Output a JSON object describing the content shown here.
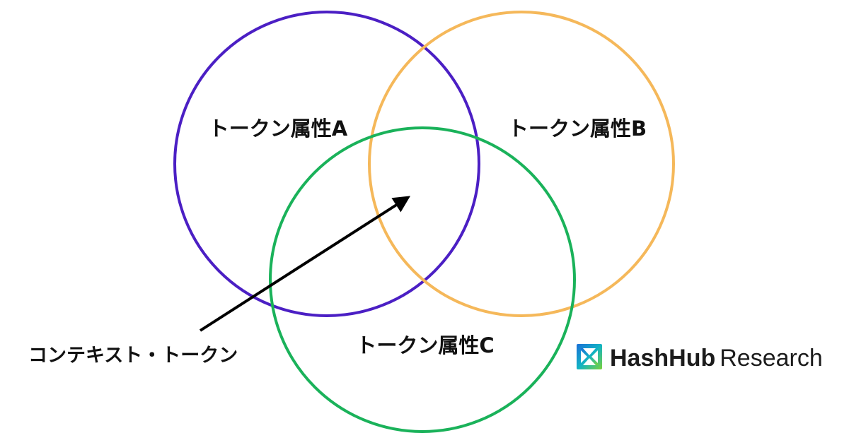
{
  "diagram": {
    "sets": [
      {
        "id": "A",
        "label": "トークン属性A",
        "color": "#4b1fc4"
      },
      {
        "id": "B",
        "label": "トークン属性B",
        "color": "#f5b85a"
      },
      {
        "id": "C",
        "label": "トークン属性C",
        "color": "#1ab25a"
      }
    ],
    "pointer_label": "コンテキスト・トークン"
  },
  "brand": {
    "name_bold": "HashHub",
    "name_regular": "Research",
    "logo_colors": [
      "#1a6fd8",
      "#12b3c4",
      "#7ad23a"
    ]
  }
}
